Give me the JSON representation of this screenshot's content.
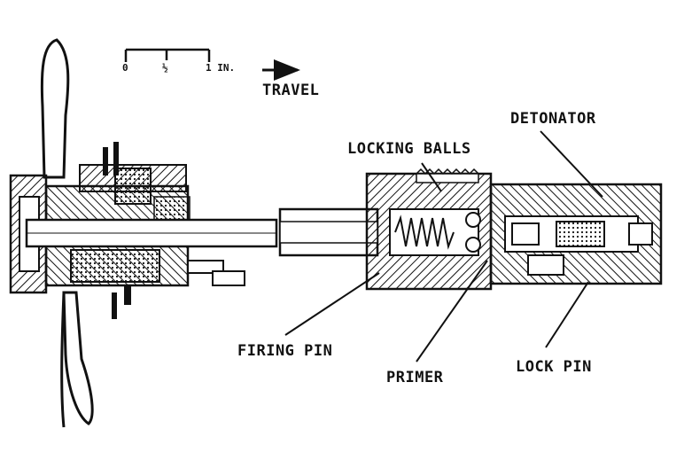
{
  "scale": {
    "tick_0": "0",
    "tick_half": "½",
    "tick_1": "1 IN."
  },
  "direction_label": "TRAVEL",
  "labels": {
    "locking_balls": "LOCKING BALLS",
    "detonator": "DETONATOR",
    "firing_pin": "FIRING PIN",
    "primer": "PRIMER",
    "lock_pin": "LOCK PIN"
  },
  "colors": {
    "ink": "#111111",
    "background": "#ffffff"
  }
}
